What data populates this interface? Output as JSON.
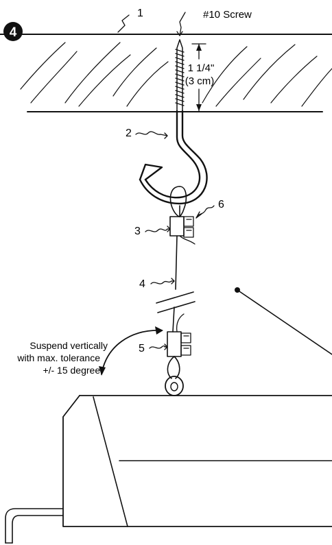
{
  "step": {
    "number": "4"
  },
  "labels": {
    "part1": "1",
    "part2": "2",
    "part3": "3",
    "part4": "4",
    "part5": "5",
    "part6": "6"
  },
  "screw_label": "#10 Screw",
  "dimension": {
    "line1": "1 1/4\"",
    "line2": "(3 cm)"
  },
  "note": {
    "line1": "Suspend vertically",
    "line2": "with max. tolerance",
    "line3": "+/- 15 degree."
  }
}
